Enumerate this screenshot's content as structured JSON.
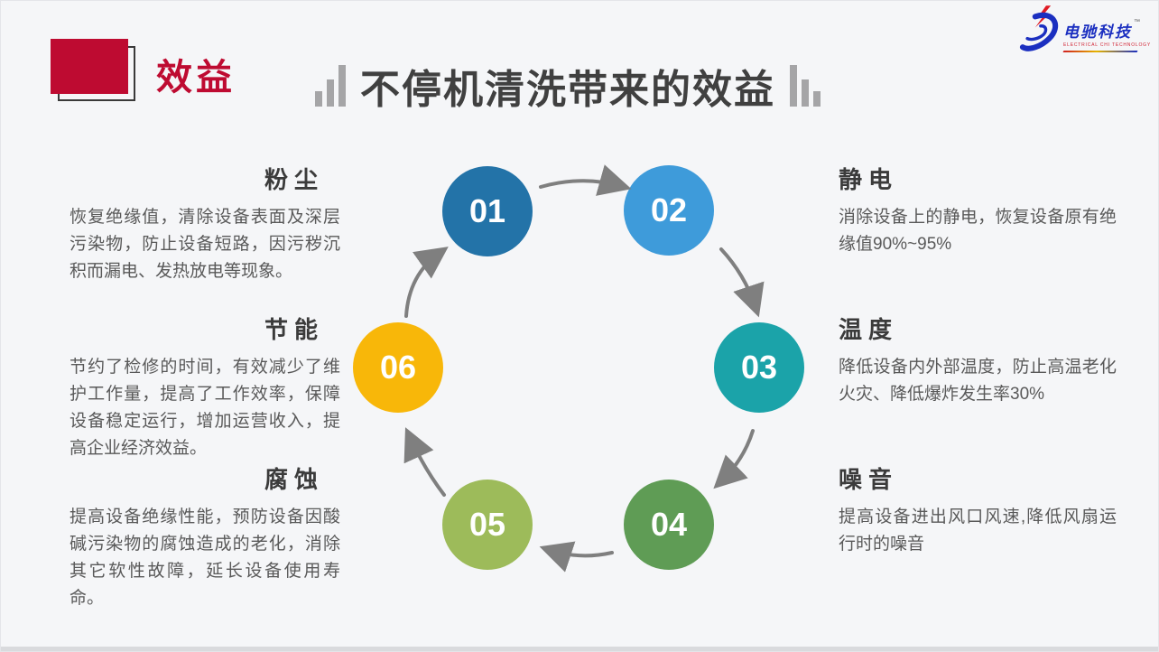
{
  "header": {
    "badge_label": "效益",
    "title": "不停机清洗带来的效益",
    "accent_color": "#BE0B31"
  },
  "logo": {
    "company_name": "电驰科技",
    "subtitle": "ELECTRICAL CHI TECHNOLOGY",
    "trademark": "™",
    "brand_blue": "#1b2fc0",
    "brand_red": "#d01f2f"
  },
  "diagram": {
    "steps": [
      {
        "number": "01",
        "color": "#2373A8"
      },
      {
        "number": "02",
        "color": "#3E9BDA"
      },
      {
        "number": "03",
        "color": "#1BA3A9"
      },
      {
        "number": "04",
        "color": "#5F9C55"
      },
      {
        "number": "05",
        "color": "#9DBB5A"
      },
      {
        "number": "06",
        "color": "#F8B709"
      }
    ],
    "arrow_color": "#7f7f7f"
  },
  "benefits": {
    "left": [
      {
        "heading": "粉尘",
        "body": "恢复绝缘值，清除设备表面及深层污染物，防止设备短路，因污秽沉积而漏电、发热放电等现象。"
      },
      {
        "heading": "节能",
        "body": "节约了检修的时间，有效减少了维护工作量，提高了工作效率，保障设备稳定运行，增加运营收入，提高企业经济效益。"
      },
      {
        "heading": "腐蚀",
        "body": "提高设备绝缘性能，预防设备因酸碱污染物的腐蚀造成的老化，消除其它软性故障，延长设备使用寿命。"
      }
    ],
    "right": [
      {
        "heading": "静电",
        "body": "消除设备上的静电，恢复设备原有绝缘值90%~95%"
      },
      {
        "heading": "温度",
        "body": "降低设备内外部温度，防止高温老化火灾、降低爆炸发生率30%"
      },
      {
        "heading": "噪音",
        "body": "提高设备进出风口风速,降低风扇运行时的噪音"
      }
    ]
  }
}
